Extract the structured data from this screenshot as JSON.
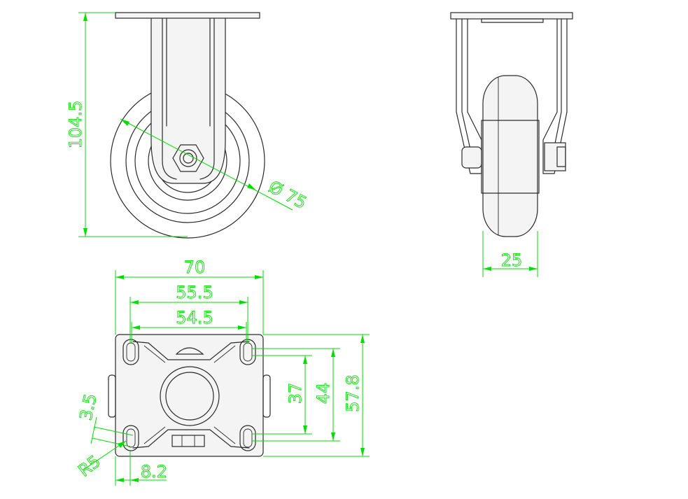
{
  "dimensions": {
    "height": "104.5",
    "wheel_diameter": "Ø 75",
    "wheel_width": "25",
    "plate_width": "70",
    "hole_spacing_outer": "55.5",
    "hole_spacing_inner": "54.5",
    "hole_spacing_37": "37",
    "hole_spacing_44": "44",
    "plate_length": "57.8",
    "slot_width": "3.5",
    "slot_radius": "R5",
    "edge_offset": "8.2"
  },
  "colors": {
    "dimension_lines": "#00dd00",
    "object_lines": "#2a2a2a",
    "background": "#ffffff"
  }
}
